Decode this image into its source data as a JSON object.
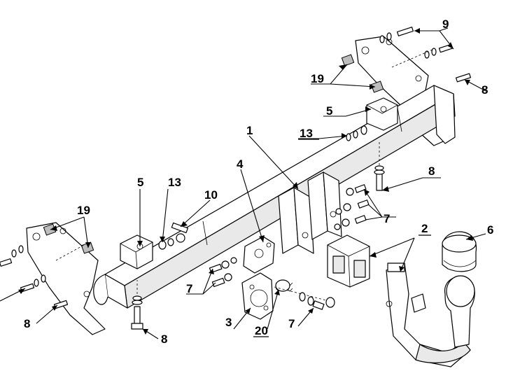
{
  "labels": {
    "l1": "1",
    "l2": "2",
    "l3": "3",
    "l4": "4",
    "l5a": "5",
    "l5b": "5",
    "l6": "6",
    "l7a": "7",
    "l7b": "7",
    "l7c": "7",
    "l8a": "8",
    "l8b": "8",
    "l8c": "8",
    "l8d": "8",
    "l9": "9",
    "l10": "10",
    "l13a": "13",
    "l13b": "13",
    "l19a": "19",
    "l19b": "19",
    "l20": "20"
  }
}
